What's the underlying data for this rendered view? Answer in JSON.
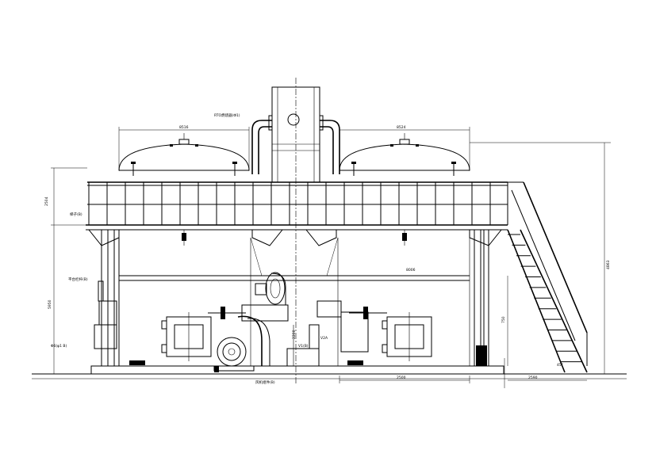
{
  "labels": {
    "top_left_pipe": "RTO燃烧器(Φ1)",
    "left_dim_1": "8516",
    "right_dim_1": "8524",
    "platform_note": "2504",
    "side_note_1": "梯子(B)",
    "side_note_2": "平台栏杆(B)",
    "side_note_3": "Φ6(φ1 B)",
    "right_marker": "8006",
    "bottom_dim_1": "2500",
    "bottom_dim_2": "2590",
    "vertical_dim_1": "4863",
    "vertical_dim_2": "5950",
    "fan_label": "风机组件(B)",
    "valve_label": "V1(B)",
    "stair_angle": "45°",
    "right_vert_dim": "750",
    "left_vert_dim": "2200",
    "valve_label_2": "V2A"
  },
  "colors": {
    "line": "#000000",
    "background": "#ffffff"
  }
}
